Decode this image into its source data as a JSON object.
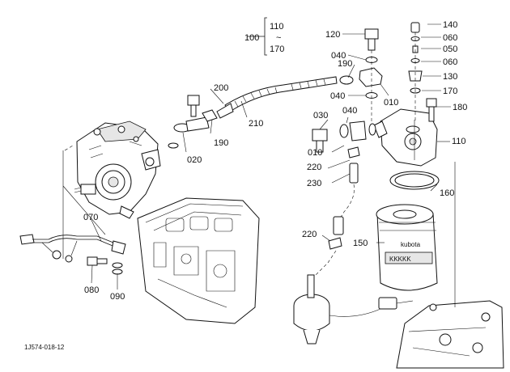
{
  "diagram": {
    "reference_code": "1J574-018-12",
    "group_label": {
      "main": "100",
      "range_top": "110",
      "tilde": "~",
      "range_bottom": "170"
    },
    "callouts": {
      "c120": "120",
      "c140": "140",
      "c060a": "060",
      "c050": "050",
      "c060b": "060",
      "c040a": "040",
      "c190a": "190",
      "c130": "130",
      "c170": "170",
      "c040b": "040",
      "c010a": "010",
      "c180": "180",
      "c200": "200",
      "c210": "210",
      "c030": "030",
      "c040c": "040",
      "c190b": "190",
      "c020": "020",
      "c010b": "010",
      "c220a": "220",
      "c230": "230",
      "c110": "110",
      "c160": "160",
      "c070": "070",
      "c220b": "220",
      "c150": "150",
      "c080": "080",
      "c090": "090"
    },
    "filter_brand": "kubota",
    "filter_band": "KKKKK"
  }
}
